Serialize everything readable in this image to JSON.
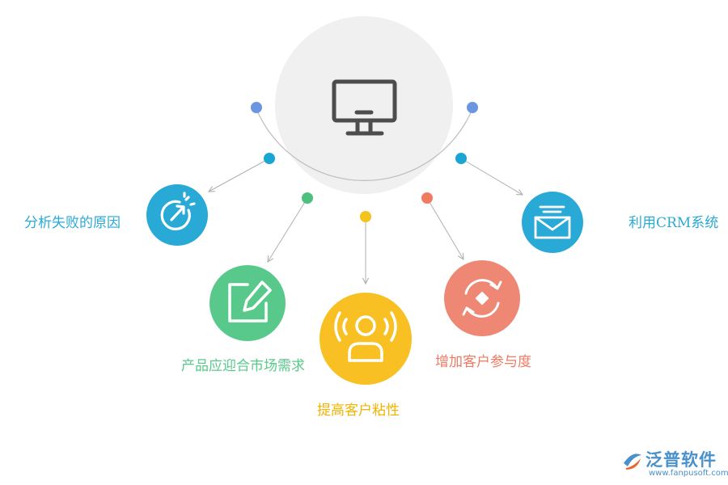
{
  "center_icon": "monitor-icon",
  "nodes": [
    {
      "label": "分析失败的原因",
      "icon": "clock-arrow-icon",
      "color": "#29a9d6"
    },
    {
      "label": "产品应迎合市场需求",
      "icon": "edit-icon",
      "color": "#58c98a"
    },
    {
      "label": "提高客户粘性",
      "icon": "user-signal-icon",
      "color": "#f8c022"
    },
    {
      "label": "增加客户参与度",
      "icon": "refresh-icon",
      "color": "#ee8774"
    },
    {
      "label": "利用CRM系统",
      "icon": "mail-icon",
      "color": "#29a9d6"
    }
  ],
  "colors": {
    "center_circle": "#f0f0f0",
    "center_icon": "#4d4d4d",
    "connector": "#b8b8b8",
    "dot_end": "#6b95e0",
    "dot_teal": "#1aa6d2",
    "dot_green": "#4cc07c",
    "dot_yellow": "#f6c21c",
    "dot_orange": "#ef7c5f"
  },
  "logo": {
    "name": "泛普软件",
    "url": "www.fanpusoft.com",
    "color": "#4a90c9"
  }
}
